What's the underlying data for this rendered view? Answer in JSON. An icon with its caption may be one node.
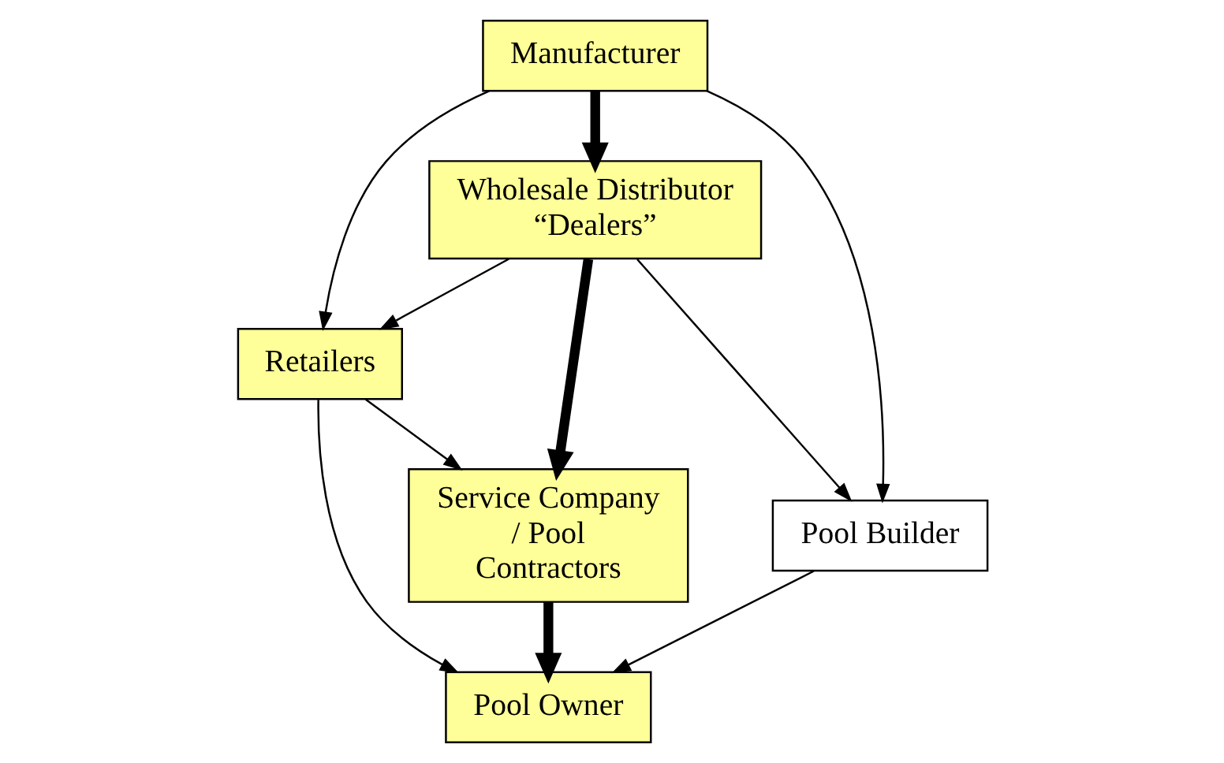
{
  "diagram": {
    "nodes": [
      {
        "text": [
          "Manufacturer"
        ]
      },
      {
        "text": [
          "Wholesale Distributor “Dealers”"
        ]
      },
      {
        "text": [
          "Retailers"
        ]
      },
      {
        "text": [
          "Pool Builder"
        ]
      },
      {
        "text": [
          "Service Company / Pool Contractors"
        ]
      },
      {
        "text": [
          "Pool Owner"
        ]
      }
    ],
    "edges": [
      {
        "from": 0,
        "to": 1,
        "arrow": "to",
        "style": "thick"
      },
      {
        "from": 0,
        "to": 3,
        "arrow": "to"
      },
      {
        "from": 0,
        "to": 2,
        "arrow": "to"
      },
      {
        "from": 1,
        "to": 2,
        "arrow": "to"
      },
      {
        "from": 1,
        "to": 3,
        "arrow": "to"
      },
      {
        "from": 1,
        "to": 4,
        "arrow": "to",
        "style": "thick"
      },
      {
        "from": 2,
        "to": 4,
        "arrow": "to"
      },
      {
        "from": 4,
        "to": 5,
        "arrow": "to",
        "style": "thick"
      },
      {
        "from": 3,
        "to": 5,
        "arrow": "to"
      },
      {
        "from": 2,
        "to": 5,
        "arrow": "to"
      }
    ]
  }
}
